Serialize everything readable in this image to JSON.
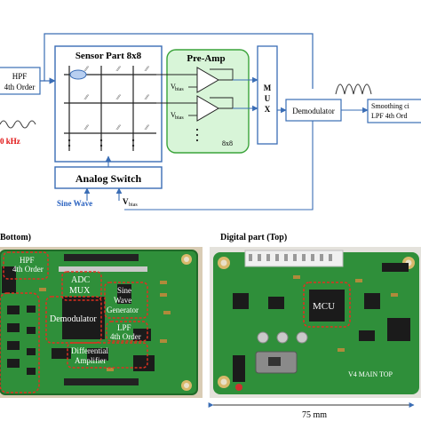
{
  "blocks": {
    "hpf": {
      "line1": "HPF",
      "line2": "4th Order"
    },
    "freq": "0 kHz",
    "sensor": "Sensor Part 8x8",
    "preamp": "Pre-Amp",
    "vbias1": "V",
    "vbias1_sub": "bias",
    "vbias2": "V",
    "vbias2_sub": "bias",
    "preamp_count": "8x8",
    "mux": [
      "M",
      "U",
      "X"
    ],
    "demod": "Demodulator",
    "smooth": {
      "line1": "Smoothing ci",
      "line2": "LPF 4th Ord"
    },
    "analog_switch": "Analog Switch",
    "sine_wave": "Sine Wave",
    "vbias3": "V",
    "vbias3_sub": "bias"
  },
  "photos": {
    "left_title": "Bottom)",
    "right_title": "Digital part (Top)",
    "left_labels": {
      "hpf": [
        "HPF",
        "4th Order"
      ],
      "adc": [
        "ADC",
        "MUX"
      ],
      "sine": [
        "Sine",
        "Wave",
        "Generator"
      ],
      "demod": "Demodulator",
      "lpf": [
        "LPF",
        "4th Order"
      ],
      "diff": [
        "Differential",
        "Amplifier"
      ]
    },
    "mcu": "MCU",
    "board_text": "V4   MAIN TOP",
    "scale": "75 mm"
  },
  "colors": {
    "line": "#3a6db5",
    "preamp_fill": "#d8f5d8",
    "preamp_border": "#3aa33a",
    "freq_text": "#e01010",
    "sine_text": "#2a62c0",
    "pcb": "#2f8f3a",
    "annotation": "#e03020"
  }
}
